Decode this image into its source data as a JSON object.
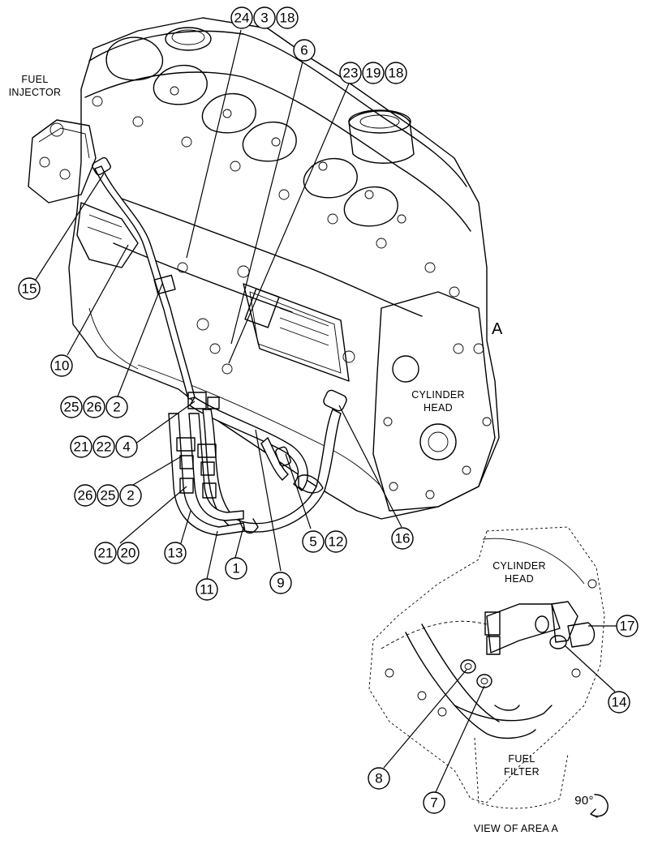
{
  "labels": {
    "fuel_injector_1": "FUEL",
    "fuel_injector_2": "INJECTOR",
    "cylinder_head_1": "CYLINDER",
    "cylinder_head_2": "HEAD",
    "area_marker": "A",
    "detail_cylinder_head_1": "CYLINDER",
    "detail_cylinder_head_2": "HEAD",
    "fuel_filter_1": "FUEL",
    "fuel_filter_2": "FILTER",
    "view_caption": "VIEW OF AREA  A",
    "rotation": "90°"
  },
  "callouts": {
    "c24": "24",
    "c3a": "3",
    "c18a": "18",
    "c6": "6",
    "c23": "23",
    "c19": "19",
    "c18b": "18",
    "c15": "15",
    "c10": "10",
    "c25a": "25",
    "c26a": "26",
    "c2a": "2",
    "c21a": "21",
    "c22": "22",
    "c4": "4",
    "c26b": "26",
    "c25b": "25",
    "c2b": "2",
    "c21b": "21",
    "c20": "20",
    "c13": "13",
    "c1": "1",
    "c11": "11",
    "c9": "9",
    "c5": "5",
    "c12": "12",
    "c16": "16",
    "c17": "17",
    "c14": "14",
    "c8": "8",
    "c7": "7"
  }
}
